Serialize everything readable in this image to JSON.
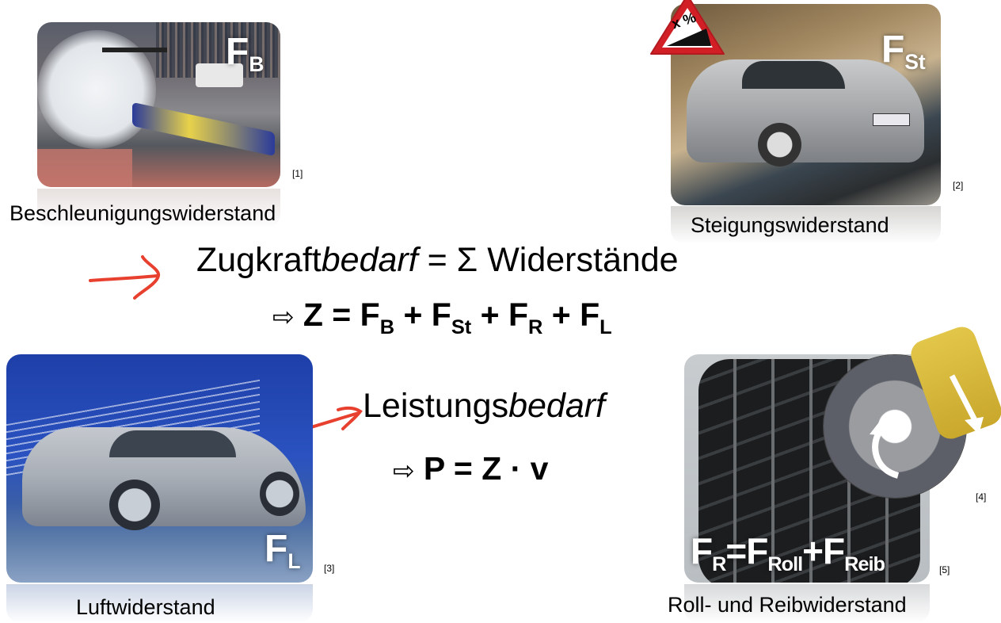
{
  "slide": {
    "top_left": {
      "caption": "Beschleunigungswiderstand",
      "force_main": "F",
      "force_sub": "B",
      "ref": "[1]",
      "image_desc": "drag racer with tire smoke"
    },
    "top_right": {
      "caption": "Steigungswiderstand",
      "force_main": "F",
      "force_sub": "St",
      "ref": "[2]",
      "sign_text": "x %",
      "image_desc": "silver sedan on mountain road"
    },
    "bottom_left": {
      "caption": "Luftwiderstand",
      "force_main": "F",
      "force_sub": "L",
      "ref": "[3]",
      "image_desc": "sedan in wind tunnel"
    },
    "bottom_right": {
      "caption": "Roll- und Reibwiderstand",
      "formula": {
        "p1": "F",
        "s1": "R",
        "eq": "=",
        "p2": "F",
        "s2": "Roll",
        "plus": "+",
        "p3": "F",
        "s3": "Reib"
      },
      "ref_brake": "[4]",
      "ref_tire": "[5]",
      "image_desc": "tire tread and brake disc with caliper"
    },
    "center": {
      "line1_regular": "Zugkraft",
      "line1_italic": "bedarf",
      "line1_rest": " = Σ Widerstände",
      "line2": {
        "arrow": "⇨",
        "lhs": " Z = ",
        "t1": "F",
        "t1s": "B",
        "plus1": " + ",
        "t2": "F",
        "t2s": "St",
        "plus2": " + ",
        "t3": "F",
        "t3s": "R",
        "plus3": " + ",
        "t4": "F",
        "t4s": "L"
      },
      "line3_regular": "Leistungs",
      "line3_italic": "bedarf",
      "line4": {
        "arrow": "⇨",
        "text": " P = Z · v"
      }
    },
    "annotation_color": "#e8402f"
  }
}
